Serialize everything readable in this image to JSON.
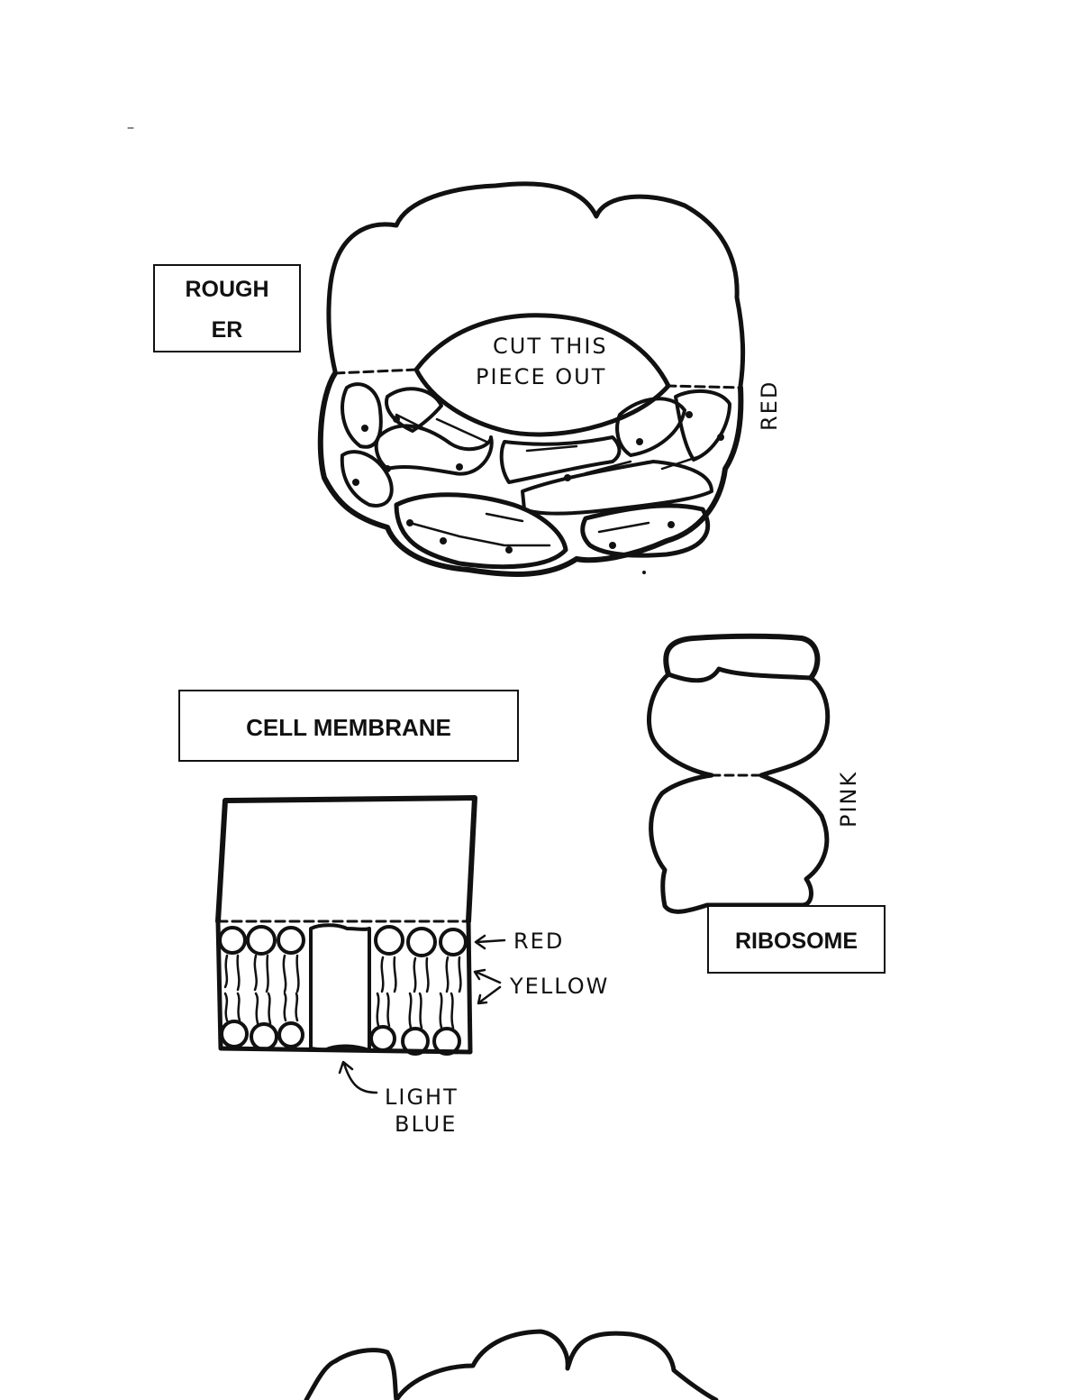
{
  "labels": {
    "rough_er_line1": "ROUGH",
    "rough_er_line2": "ER",
    "cell_membrane": "CELL MEMBRANE",
    "ribosome": "RIBOSOME"
  },
  "annotations": {
    "cut_line1": "CUT THIS",
    "cut_line2": "PIECE OUT",
    "rough_er_color": "RED",
    "ribosome_color": "PINK",
    "membrane_red": "RED",
    "membrane_yellow": "YELLOW",
    "membrane_light": "LIGHT",
    "membrane_blue": "BLUE"
  }
}
